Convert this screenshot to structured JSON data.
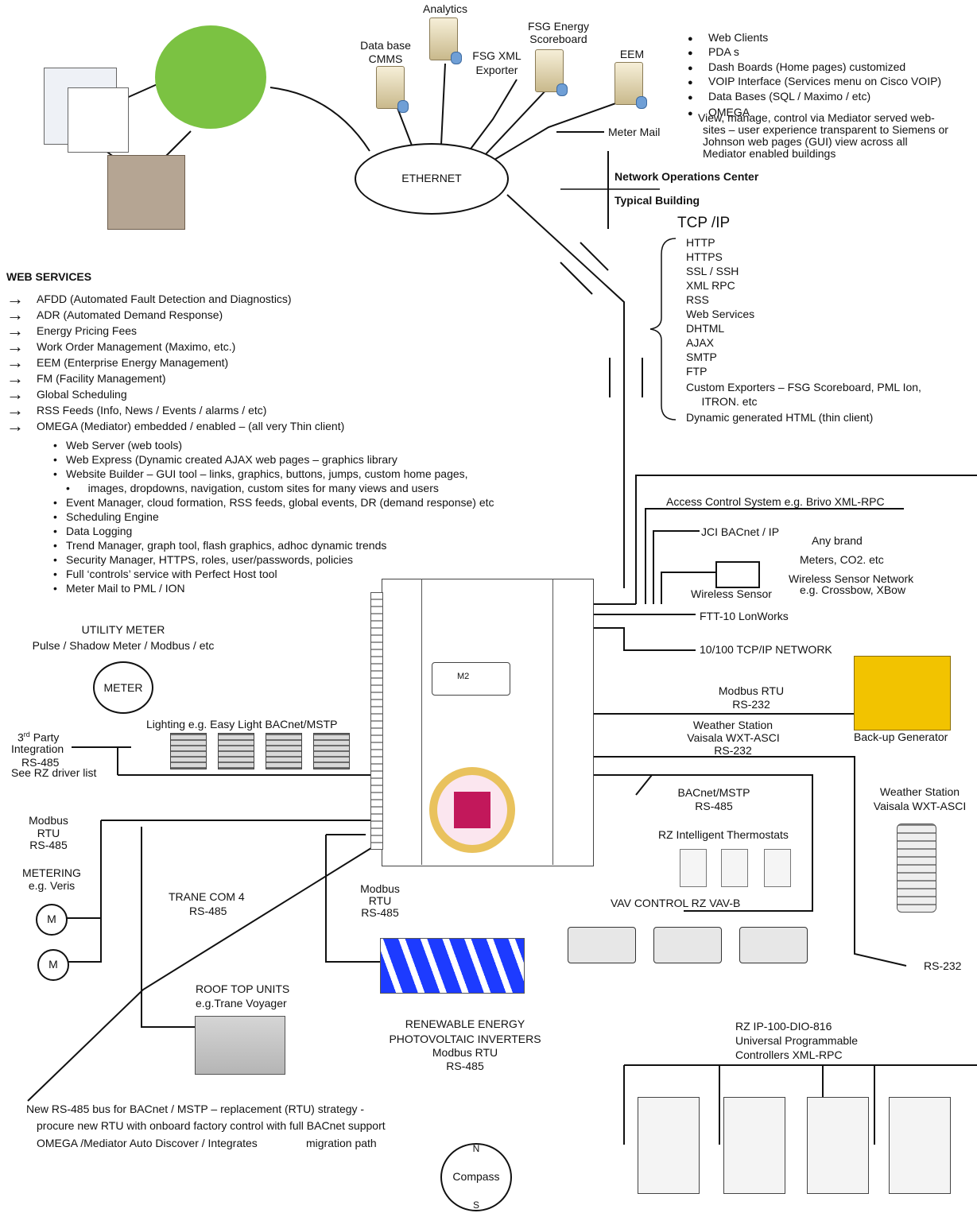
{
  "top": {
    "analytics": "Analytics",
    "database_line1": "Data base",
    "database_line2": "CMMS",
    "fsg_energy_line1": "FSG Energy",
    "fsg_energy_line2": "Scoreboard",
    "fsg_xml_line1": "FSG XML",
    "fsg_xml_line2": "Exporter",
    "eem": "EEM",
    "ethernet": "ETHERNET",
    "meter_mail": "Meter Mail",
    "noc": "Network Operations Center",
    "typical_building": "Typical Building"
  },
  "clients": {
    "items": [
      "Web Clients",
      "PDA s",
      "Dash Boards  (Home pages) customized",
      "VOIP Interface (Services menu on Cisco VOIP)",
      "Data Bases (SQL / Maximo / etc)",
      "OMEGA"
    ],
    "desc_lines": [
      "View, manage, control via Mediator served web-",
      "sites – user experience transparent to Siemens or",
      "Johnson web pages (GUI) view across all",
      "Mediator enabled buildings"
    ]
  },
  "tcpip": {
    "title": "TCP /IP",
    "protocols": [
      "HTTP",
      "HTTPS",
      "SSL / SSH",
      "XML  RPC",
      "RSS",
      "Web Services",
      "DHTML",
      "AJAX",
      "SMTP",
      "FTP",
      "Custom Exporters – FSG Scoreboard, PML Ion,",
      "     ITRON. etc",
      "Dynamic generated HTML (thin client)"
    ]
  },
  "web_services": {
    "title": "WEB SERVICES",
    "items": [
      "AFDD  (Automated Fault Detection and Diagnostics)",
      "ADR  (Automated Demand Response)",
      "Energy Pricing Fees",
      "Work Order Management  (Maximo, etc.)",
      "EEM (Enterprise Energy Management)",
      "FM (Facility Management)",
      "Global Scheduling",
      "RSS Feeds  (Info, News / Events / alarms / etc)",
      "OMEGA  (Mediator)  embedded / enabled – (all very Thin client)"
    ],
    "sub_items": [
      "Web Server (web tools)",
      "Web Express  (Dynamic created AJAX web pages – graphics library",
      "Website Builder – GUI tool – links, graphics, buttons, jumps, custom home pages,",
      "   images, dropdowns, navigation, custom sites for many views and users",
      "Event Manager,  cloud formation,  RSS feeds, global events, DR (demand response) etc",
      "Scheduling  Engine",
      "Data  Logging",
      "Trend Manager, graph tool, flash graphics, adhoc dynamic trends",
      "Security Manager, HTTPS, roles, user/passwords, policies",
      "Full ‘controls’ service with  Perfect Host tool",
      "Meter Mail to PML / ION"
    ]
  },
  "right_side": {
    "access_control": "Access Control System  e.g. Brivo XML-RPC",
    "jci": "JCI BACnet / IP",
    "any_brand": "Any brand",
    "meters_co2": "Meters, CO2. etc",
    "wsn": "Wireless Sensor Network",
    "crossbow": "e.g. Crossbow,  XBow",
    "wireless_sensor": "Wireless Sensor",
    "ftt10": "FTT-10 LonWorks",
    "tcpip_network": "10/100 TCP/IP NETWORK",
    "modbus_rtu_232_line1": "Modbus RTU",
    "modbus_rtu_232_line2": "RS-232",
    "backup_gen": "Back-up Generator",
    "weather_line1": "Weather Station",
    "weather_line2": "Vaisala WXT-ASCI",
    "weather_line3": "RS-232",
    "weather2_line1": "Weather Station",
    "weather2_line2": "Vaisala WXT-ASCI",
    "bacnet_mstp_line1": "BACnet/MSTP",
    "bacnet_mstp_line2": "RS-485",
    "thermostats": "RZ Intelligent Thermostats",
    "vav": "VAV CONTROL RZ VAV-B",
    "rs232": "RS-232",
    "io_line1": "RZ IP-100-DIO-816",
    "io_line2": "Universal Programmable",
    "io_line3": "Controllers XML-RPC"
  },
  "left_side": {
    "utility_line1": "UTILITY METER",
    "utility_line2": "Pulse / Shadow Meter / Modbus / etc",
    "meter": "METER",
    "lighting": "Lighting  e.g. Easy Light  BACnet/MSTP",
    "third_party_sup": "rd",
    "third_party_num": "3",
    "third_party_line1": " Party",
    "third_party_line2": "Integration",
    "third_party_line3": "RS-485",
    "third_party_line4": "See RZ driver list",
    "modbus_line1": "Modbus",
    "modbus_line2": "RTU",
    "modbus_line3": "RS-485",
    "metering_line1": "METERING",
    "metering_line2": "e.g. Veris",
    "m": "M",
    "trane_line1": "TRANE COM 4",
    "trane_line2": "RS-485",
    "modbus2_line1": "Modbus",
    "modbus2_line2": "RTU",
    "modbus2_line3": "RS-485",
    "rooftop_line1": "ROOF TOP UNITS",
    "rooftop_line2": "e.g.Trane Voyager",
    "renew_line1": "RENEWABLE ENERGY",
    "renew_line2": "PHOTOVOLTAIC INVERTERS",
    "renew_line3": "Modbus RTU",
    "renew_line4": "RS-485",
    "new_bus_line1": "New RS-485 bus for BACnet / MSTP – replacement (RTU) strategy -",
    "new_bus_line2": "procure new RTU with onboard factory control with full BACnet support",
    "new_bus_line3": "OMEGA /Mediator Auto Discover / Integrates",
    "new_bus_line4": "migration path"
  },
  "controller": {
    "model": "M2"
  },
  "compass": {
    "label": "Compass",
    "n": "N",
    "s": "S"
  }
}
